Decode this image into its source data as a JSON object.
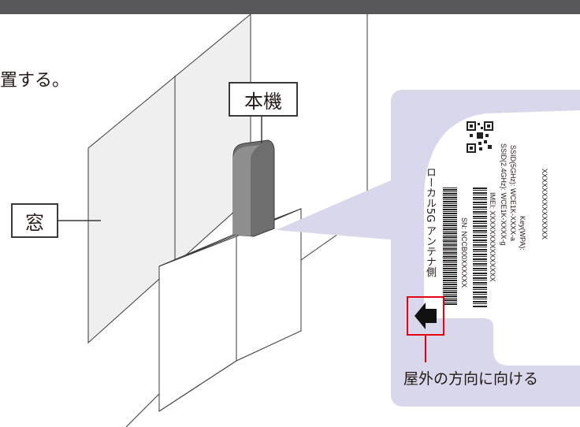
{
  "header_bar": {
    "color": "#58585a"
  },
  "instruction_text": "置する。",
  "labels": {
    "device": "本機",
    "window": "窓",
    "outdoor_direction": "屋外の方向に向ける"
  },
  "device_label_sticker": {
    "title": "ローカル5G アンテナ側",
    "serial": "SN: NCCB00XXXXXX",
    "imei": "IMEI: XXXXXXXXXXXXXXX",
    "ssid_24": "SSID(2.4GHz): WCE1K-XXXX-g",
    "ssid_5": "SSID(5GHz): WCE1K-XXXX-a",
    "key_label": "Key(WPA):",
    "key_value": "XXXXXXXXXXXXXXX",
    "qr_icon": "qr-code-icon",
    "arrow_icon": "arrow-left-icon"
  },
  "colors": {
    "panel": "#d8d7ec",
    "highlight": "#e60012",
    "device": "#707070"
  }
}
